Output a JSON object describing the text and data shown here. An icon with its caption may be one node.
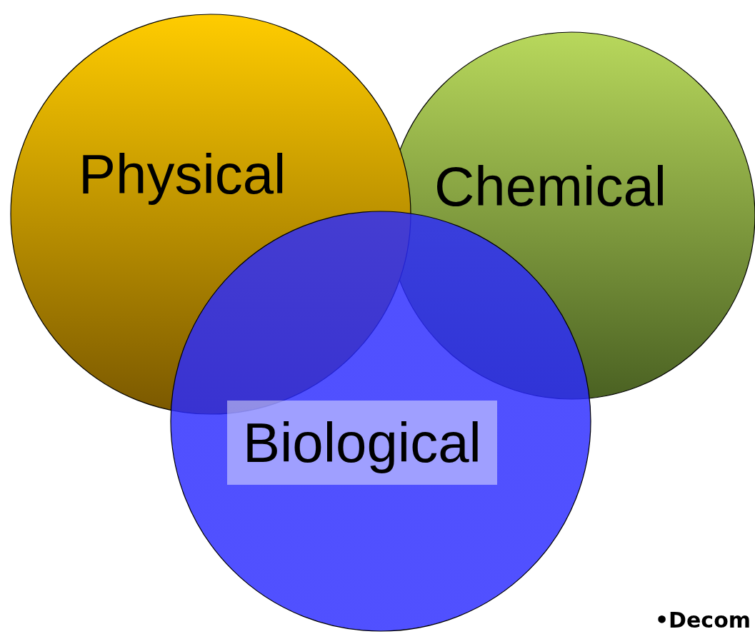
{
  "diagram": {
    "nodes": [
      {
        "text": [
          "Physical"
        ]
      },
      {
        "text": [
          "Chemical"
        ]
      },
      {
        "text": [
          "Biological"
        ]
      }
    ],
    "labels": [
      "•Decom"
    ]
  }
}
